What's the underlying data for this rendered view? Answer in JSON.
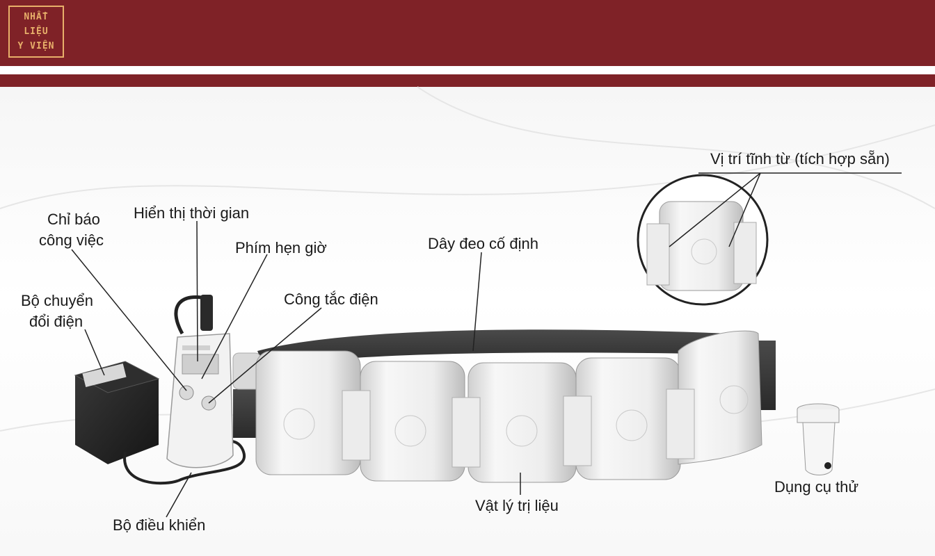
{
  "logo": {
    "line1": "NHẤT",
    "line2": "LIỆU",
    "line3": "Y VIỆN"
  },
  "colors": {
    "brand": "#7f2227",
    "logo_accent": "#e8b06a",
    "label_text": "#1a1a1a"
  },
  "labels": {
    "chi_bao_line1": "Chỉ báo",
    "chi_bao_line2": "công việc",
    "hien_thi": "Hiển thị thời gian",
    "phim_hen_gio": "Phím hẹn giờ",
    "day_deo": "Dây đeo cố định",
    "vi_tri": "Vị trí tĩnh từ (tích hợp sẵn)",
    "bo_chuyen_line1": "Bộ chuyển",
    "bo_chuyen_line2": "đổi điện",
    "cong_tac": "Công tắc điện",
    "bo_dieu_khien": "Bộ điều khiển",
    "vat_ly": "Vật lý trị liệu",
    "dung_cu": "Dụng cụ thử"
  }
}
